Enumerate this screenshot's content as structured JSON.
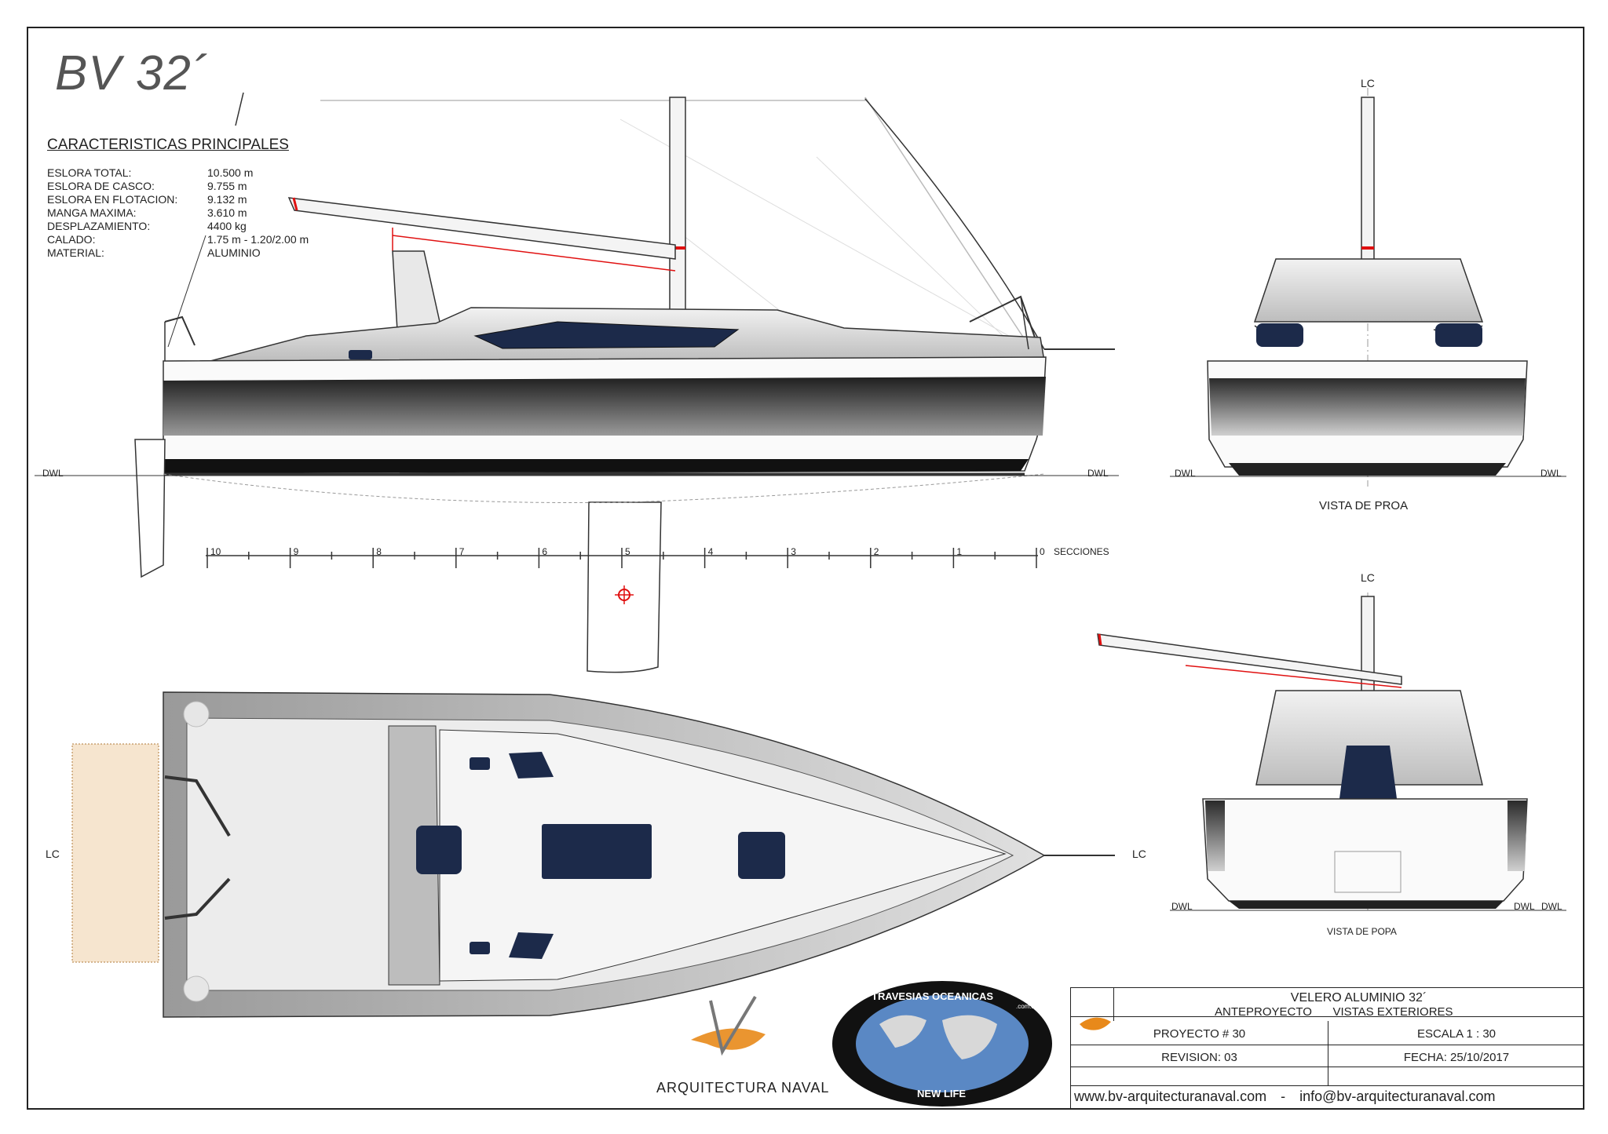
{
  "title": "BV 32´",
  "specs": {
    "heading": "CARACTERISTICAS PRINCIPALES",
    "rows": [
      {
        "k": "ESLORA TOTAL:",
        "v": "10.500 m"
      },
      {
        "k": "ESLORA DE CASCO:",
        "v": "9.755 m"
      },
      {
        "k": "ESLORA EN FLOTACION:",
        "v": "9.132 m"
      },
      {
        "k": "MANGA MAXIMA:",
        "v": "3.610 m"
      },
      {
        "k": "DESPLAZAMIENTO:",
        "v": "4400 kg"
      },
      {
        "k": "CALADO:",
        "v": "1.75 m - 1.20/2.00 m"
      },
      {
        "k": "MATERIAL:",
        "v": "ALUMINIO"
      }
    ]
  },
  "labels": {
    "dwl": "DWL",
    "lc": "LC",
    "secciones": "SECCIONES",
    "vista_proa": "VISTA DE PROA",
    "vista_popa": "VISTA DE POPA",
    "sections": [
      "10",
      "9",
      "8",
      "7",
      "6",
      "5",
      "4",
      "3",
      "2",
      "1",
      "0"
    ]
  },
  "logos": {
    "arquitectura": "ARQUITECTURA NAVAL",
    "travesias": "TRAVESIAS OCEANICAS",
    "travesias_sub": ".com.ar",
    "new_life": "NEW LIFE"
  },
  "titleblock": {
    "project_name": "VELERO ALUMINIO  32´",
    "phase": "ANTEPROYECTO",
    "views": "VISTAS EXTERIORES",
    "proyecto": "PROYECTO # 30",
    "escala": "ESCALA  1 : 30",
    "revision": "REVISION:  03",
    "fecha": "FECHA: 25/10/2017",
    "web": "www.bv-arquitecturanaval.com",
    "sep": "-",
    "email": "info@bv-arquitecturanaval.com"
  },
  "colors": {
    "hull_dark": "#2b2b2b",
    "navy": "#1c2a4a",
    "accent_red": "#e01010",
    "logo_orange": "#e8891a"
  }
}
